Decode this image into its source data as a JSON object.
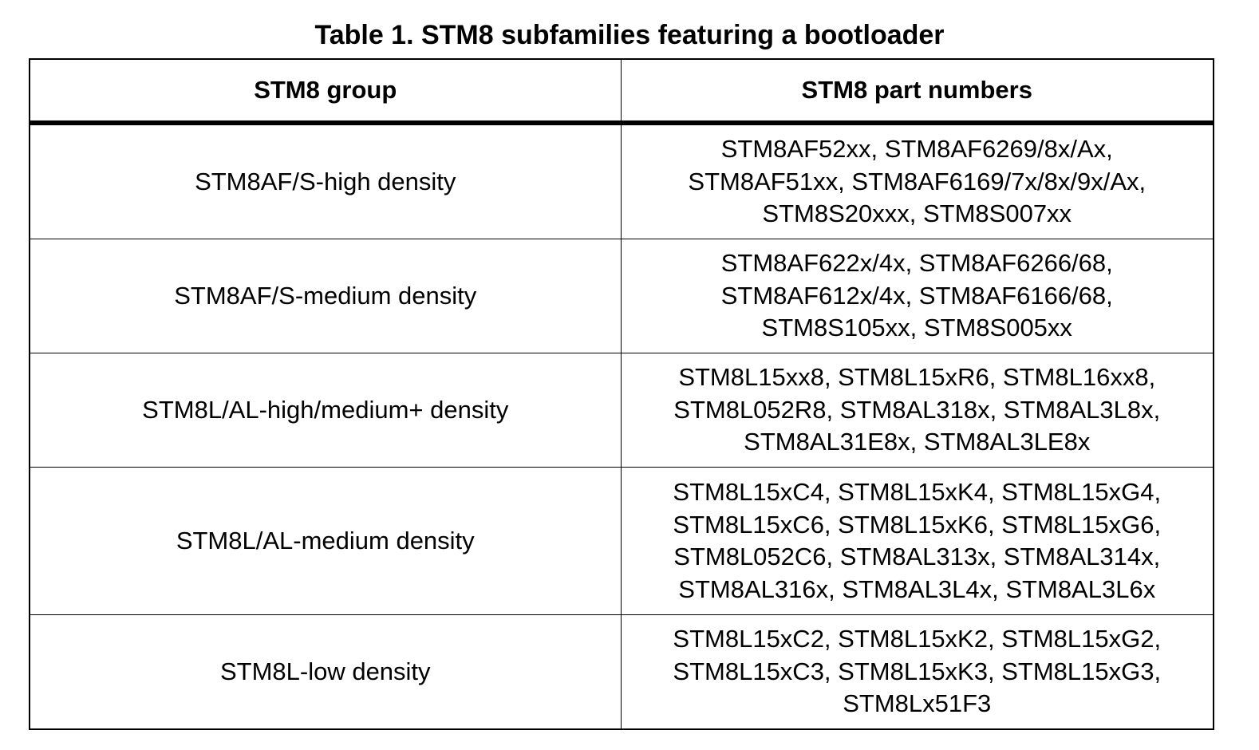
{
  "caption": "Table 1. STM8 subfamilies featuring a bootloader",
  "headers": {
    "group": "STM8 group",
    "parts": "STM8 part numbers"
  },
  "rows": [
    {
      "group": "STM8AF/S-high density",
      "parts": [
        "STM8AF52xx, STM8AF6269/8x/Ax,",
        "STM8AF51xx, STM8AF6169/7x/8x/9x/Ax,",
        "STM8S20xxx, STM8S007xx"
      ]
    },
    {
      "group": "STM8AF/S-medium density",
      "parts": [
        "STM8AF622x/4x, STM8AF6266/68,",
        "STM8AF612x/4x, STM8AF6166/68,",
        "STM8S105xx, STM8S005xx"
      ]
    },
    {
      "group": "STM8L/AL-high/medium+ density",
      "parts": [
        "STM8L15xx8, STM8L15xR6, STM8L16xx8,",
        "STM8L052R8, STM8AL318x, STM8AL3L8x,",
        "STM8AL31E8x, STM8AL3LE8x"
      ]
    },
    {
      "group": "STM8L/AL-medium density",
      "parts": [
        "STM8L15xC4, STM8L15xK4, STM8L15xG4,",
        "STM8L15xC6, STM8L15xK6, STM8L15xG6,",
        "STM8L052C6, STM8AL313x, STM8AL314x,",
        "STM8AL316x, STM8AL3L4x, STM8AL3L6x"
      ]
    },
    {
      "group": "STM8L-low density",
      "parts": [
        "STM8L15xC2, STM8L15xK2, STM8L15xG2,",
        "STM8L15xC3, STM8L15xK3, STM8L15xG3,",
        "STM8Lx51F3"
      ]
    }
  ]
}
